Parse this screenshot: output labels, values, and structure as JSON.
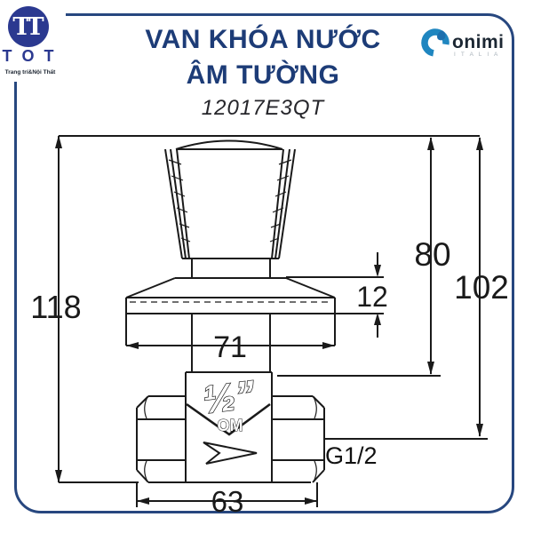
{
  "colors": {
    "frame": "#27477f",
    "title_navy": "#1d3c77",
    "brand_navy": "#2b3990",
    "onimi_blue": "#1f86c0",
    "line_black": "#1a1a1a"
  },
  "header": {
    "brand_left": {
      "monogram": "TT",
      "name": "T O T",
      "tagline": "Trang trí&Nội Thất"
    },
    "title_line1": "VAN KHÓA NƯỚC",
    "title_line2": "ÂM TƯỜNG",
    "product_code": "12017E3QT",
    "brand_right": {
      "name": "onimi",
      "subtext": "I T A L I A"
    }
  },
  "diagram": {
    "type": "technical-drawing",
    "subject": "concealed wall water shut-off valve",
    "dimensions": {
      "total_height": "118",
      "height_to_body": "80",
      "height_to_socket": "102",
      "plate_thickness": "12",
      "plate_width": "71",
      "body_length": "63"
    },
    "markings": {
      "size": "½”",
      "brand": "OM",
      "thread": "G1/2"
    }
  }
}
